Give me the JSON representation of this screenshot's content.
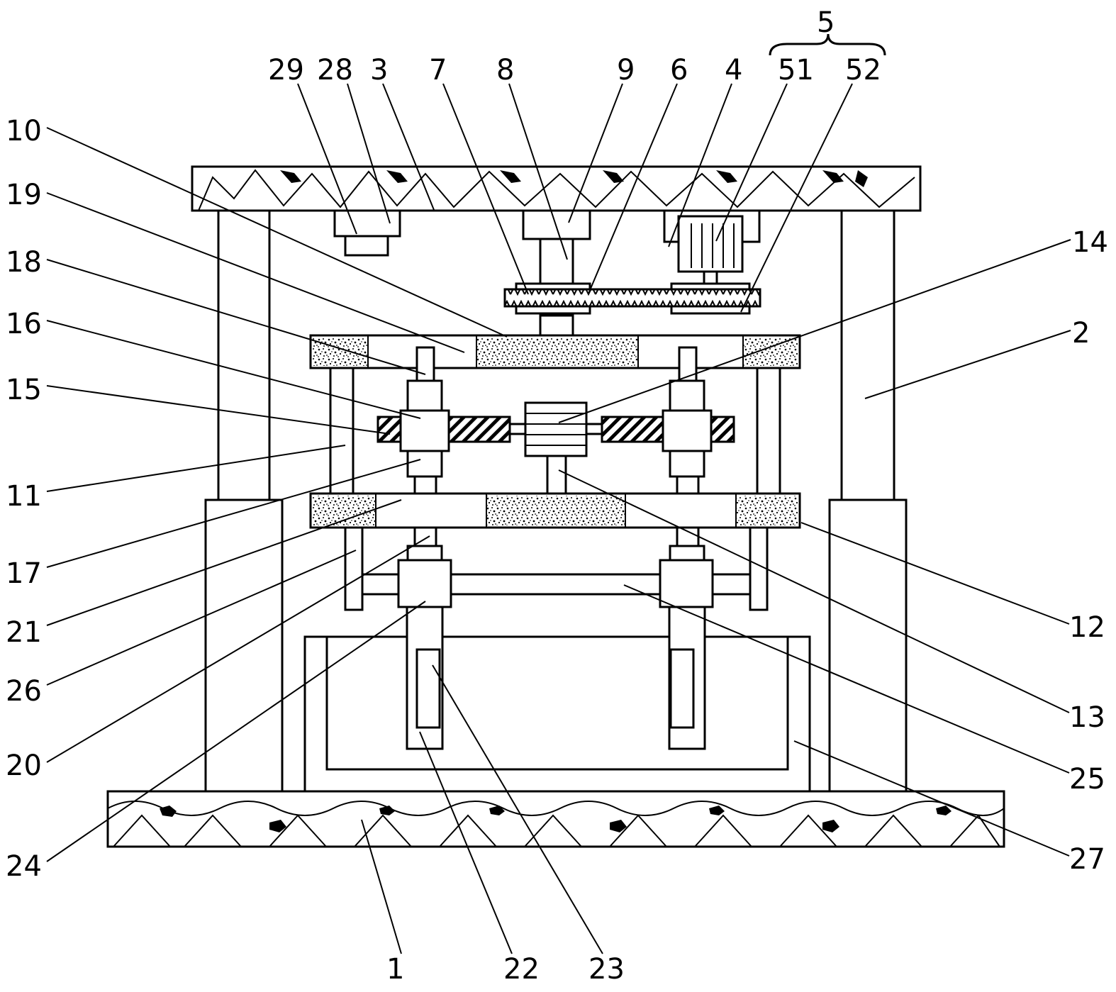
{
  "figure": {
    "colors": {
      "line": "#000000",
      "background": "#ffffff"
    },
    "group_label": "5",
    "callouts": [
      {
        "id": "1",
        "text": "1"
      },
      {
        "id": "2",
        "text": "2"
      },
      {
        "id": "3",
        "text": "3"
      },
      {
        "id": "4",
        "text": "4"
      },
      {
        "id": "51",
        "text": "51"
      },
      {
        "id": "52",
        "text": "52"
      },
      {
        "id": "6",
        "text": "6"
      },
      {
        "id": "7",
        "text": "7"
      },
      {
        "id": "8",
        "text": "8"
      },
      {
        "id": "9",
        "text": "9"
      },
      {
        "id": "10",
        "text": "10"
      },
      {
        "id": "11",
        "text": "11"
      },
      {
        "id": "12",
        "text": "12"
      },
      {
        "id": "13",
        "text": "13"
      },
      {
        "id": "14",
        "text": "14"
      },
      {
        "id": "15",
        "text": "15"
      },
      {
        "id": "16",
        "text": "16"
      },
      {
        "id": "17",
        "text": "17"
      },
      {
        "id": "18",
        "text": "18"
      },
      {
        "id": "19",
        "text": "19"
      },
      {
        "id": "20",
        "text": "20"
      },
      {
        "id": "21",
        "text": "21"
      },
      {
        "id": "22",
        "text": "22"
      },
      {
        "id": "23",
        "text": "23"
      },
      {
        "id": "24",
        "text": "24"
      },
      {
        "id": "25",
        "text": "25"
      },
      {
        "id": "26",
        "text": "26"
      },
      {
        "id": "27",
        "text": "27"
      },
      {
        "id": "28",
        "text": "28"
      },
      {
        "id": "29",
        "text": "29"
      }
    ]
  }
}
